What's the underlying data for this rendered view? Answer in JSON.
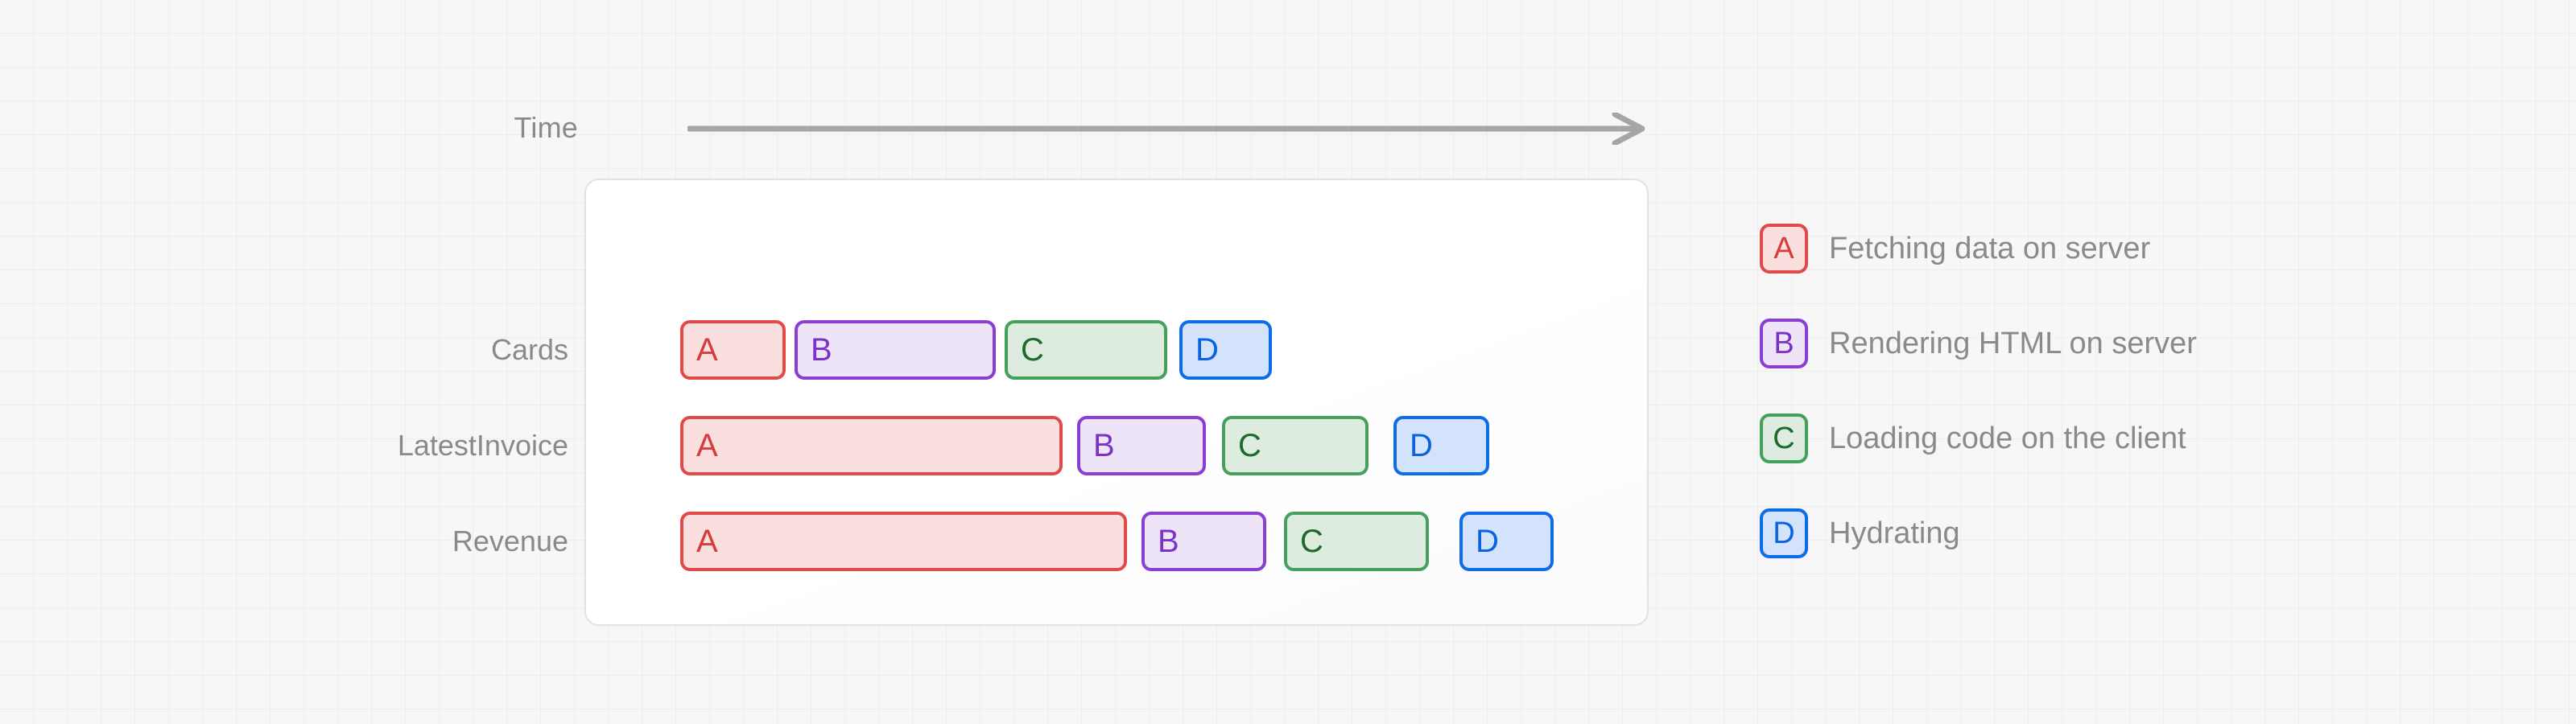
{
  "axis": {
    "label": "Time",
    "arrow_icon": "arrow-right-icon",
    "direction": "left-to-right"
  },
  "panel": {
    "background": "#ffffff",
    "border_color": "#e2e2e2"
  },
  "phases": {
    "A": {
      "key": "A",
      "glyph": "A",
      "fill": "#fadfdf",
      "stroke": "#e24a4a",
      "text": "#d63c3c"
    },
    "B": {
      "key": "B",
      "glyph": "B",
      "fill": "#ede4f8",
      "stroke": "#8b3dd4",
      "text": "#7b32c6"
    },
    "C": {
      "key": "C",
      "glyph": "C",
      "fill": "#ddecde",
      "stroke": "#44a05b",
      "text": "#1d6b2c"
    },
    "D": {
      "key": "D",
      "glyph": "D",
      "fill": "#d3e3fb",
      "stroke": "#0d6ce8",
      "text": "#0a63dc"
    }
  },
  "legend": {
    "items": [
      {
        "glyph": "A",
        "label": "Fetching data on server"
      },
      {
        "glyph": "B",
        "label": "Rendering HTML on server"
      },
      {
        "glyph": "C",
        "label": "Loading code on the client"
      },
      {
        "glyph": "D",
        "label": "Hydrating"
      }
    ]
  },
  "chart_data": {
    "type": "bar",
    "subtype": "stacked-timeline-gantt",
    "title": "",
    "xlabel": "Time",
    "ylabel": "",
    "grid": false,
    "legend_position": "right",
    "categories": [
      "Cards",
      "LatestInvoice",
      "Revenue"
    ],
    "phase_order": [
      "A",
      "B",
      "C",
      "D"
    ],
    "x_units": "relative timeline units (pixels on the rendered track)",
    "rows": [
      {
        "name": "Cards",
        "segments": [
          {
            "phase": "A",
            "label": "A",
            "start": 0,
            "end": 131,
            "duration": 131
          },
          {
            "phase": "B",
            "label": "B",
            "start": 142,
            "end": 392,
            "duration": 250
          },
          {
            "phase": "C",
            "label": "C",
            "start": 403,
            "end": 605,
            "duration": 202
          },
          {
            "phase": "D",
            "label": "D",
            "start": 620,
            "end": 735,
            "duration": 115
          }
        ],
        "total": 735
      },
      {
        "name": "LatestInvoice",
        "segments": [
          {
            "phase": "A",
            "label": "A",
            "start": 0,
            "end": 475,
            "duration": 475
          },
          {
            "phase": "B",
            "label": "B",
            "start": 493,
            "end": 653,
            "duration": 160
          },
          {
            "phase": "C",
            "label": "C",
            "start": 673,
            "end": 855,
            "duration": 182
          },
          {
            "phase": "D",
            "label": "D",
            "start": 886,
            "end": 1005,
            "duration": 119
          }
        ],
        "total": 1005
      },
      {
        "name": "Revenue",
        "segments": [
          {
            "phase": "A",
            "label": "A",
            "start": 0,
            "end": 555,
            "duration": 555
          },
          {
            "phase": "B",
            "label": "B",
            "start": 573,
            "end": 728,
            "duration": 155
          },
          {
            "phase": "C",
            "label": "C",
            "start": 750,
            "end": 930,
            "duration": 180
          },
          {
            "phase": "D",
            "label": "D",
            "start": 968,
            "end": 1085,
            "duration": 117
          }
        ],
        "total": 1085
      }
    ]
  }
}
